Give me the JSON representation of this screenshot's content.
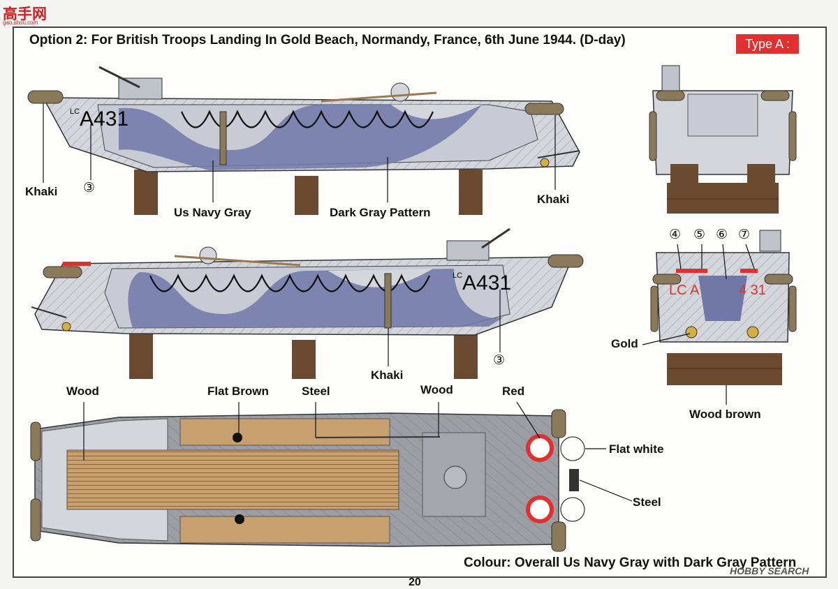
{
  "logo": {
    "cn_text": "高手网",
    "url_text": "gao.shou.com"
  },
  "heading": "Option 2: For British Troops Landing In Gold Beach, Normandy, France, 6th June 1944. (D-day)",
  "type_badge": "Type A :",
  "hull_markings": {
    "side_prefix": "LC",
    "side_number": "A431",
    "stern_left": "LC A",
    "stern_right": "4 31"
  },
  "labels": {
    "khaki_left": "Khaki",
    "us_navy_gray": "Us Navy Gray",
    "dark_gray_pattern": "Dark Gray Pattern",
    "khaki_right": "Khaki",
    "khaki_mid": "Khaki",
    "gold": "Gold",
    "wood_brown": "Wood brown",
    "wood_1": "Wood",
    "flat_brown": "Flat Brown",
    "steel_1": "Steel",
    "wood_2": "Wood",
    "red": "Red",
    "flat_white": "Flat white",
    "steel_2": "Steel"
  },
  "callouts": {
    "c3_top": "③",
    "c3_bottom": "③",
    "c4": "④",
    "c5": "⑤",
    "c6": "⑥",
    "c7": "⑦"
  },
  "colour_note": "Colour: Overall Us Navy Gray with Dark Gray Pattern",
  "page_number": "20",
  "watermark": "HOBBY SEARCH",
  "colors": {
    "navy_gray": "#d4d6dc",
    "dark_pattern": "#7078a8",
    "khaki": "#8a7a5a",
    "wood": "#c8a070",
    "wood_brown": "#6a4a30",
    "red": "#e03030",
    "steel": "#888888"
  }
}
